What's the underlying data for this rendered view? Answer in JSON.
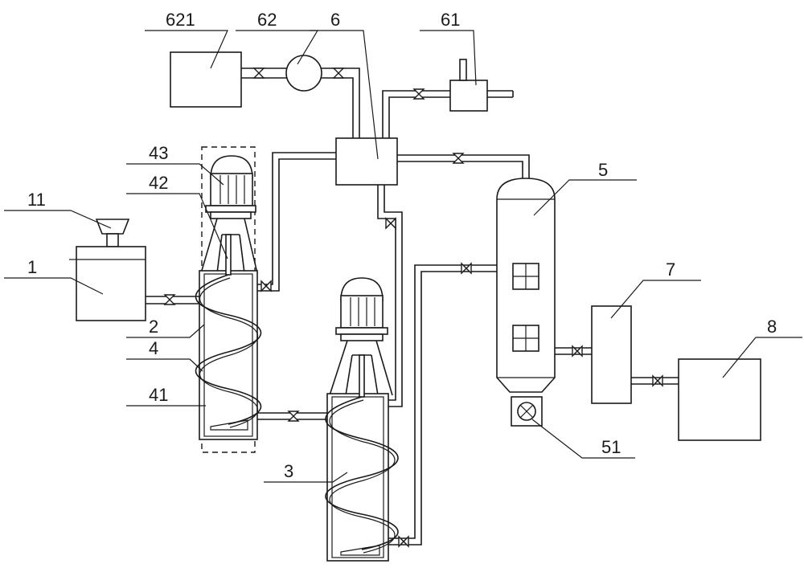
{
  "labels": {
    "l621": "621",
    "l62": "62",
    "l6": "6",
    "l61": "61",
    "l43": "43",
    "l42": "42",
    "l11": "11",
    "l1": "1",
    "l2": "2",
    "l4": "4",
    "l41": "41",
    "l3": "3",
    "l5": "5",
    "l51": "51",
    "l7": "7",
    "l8": "8"
  }
}
